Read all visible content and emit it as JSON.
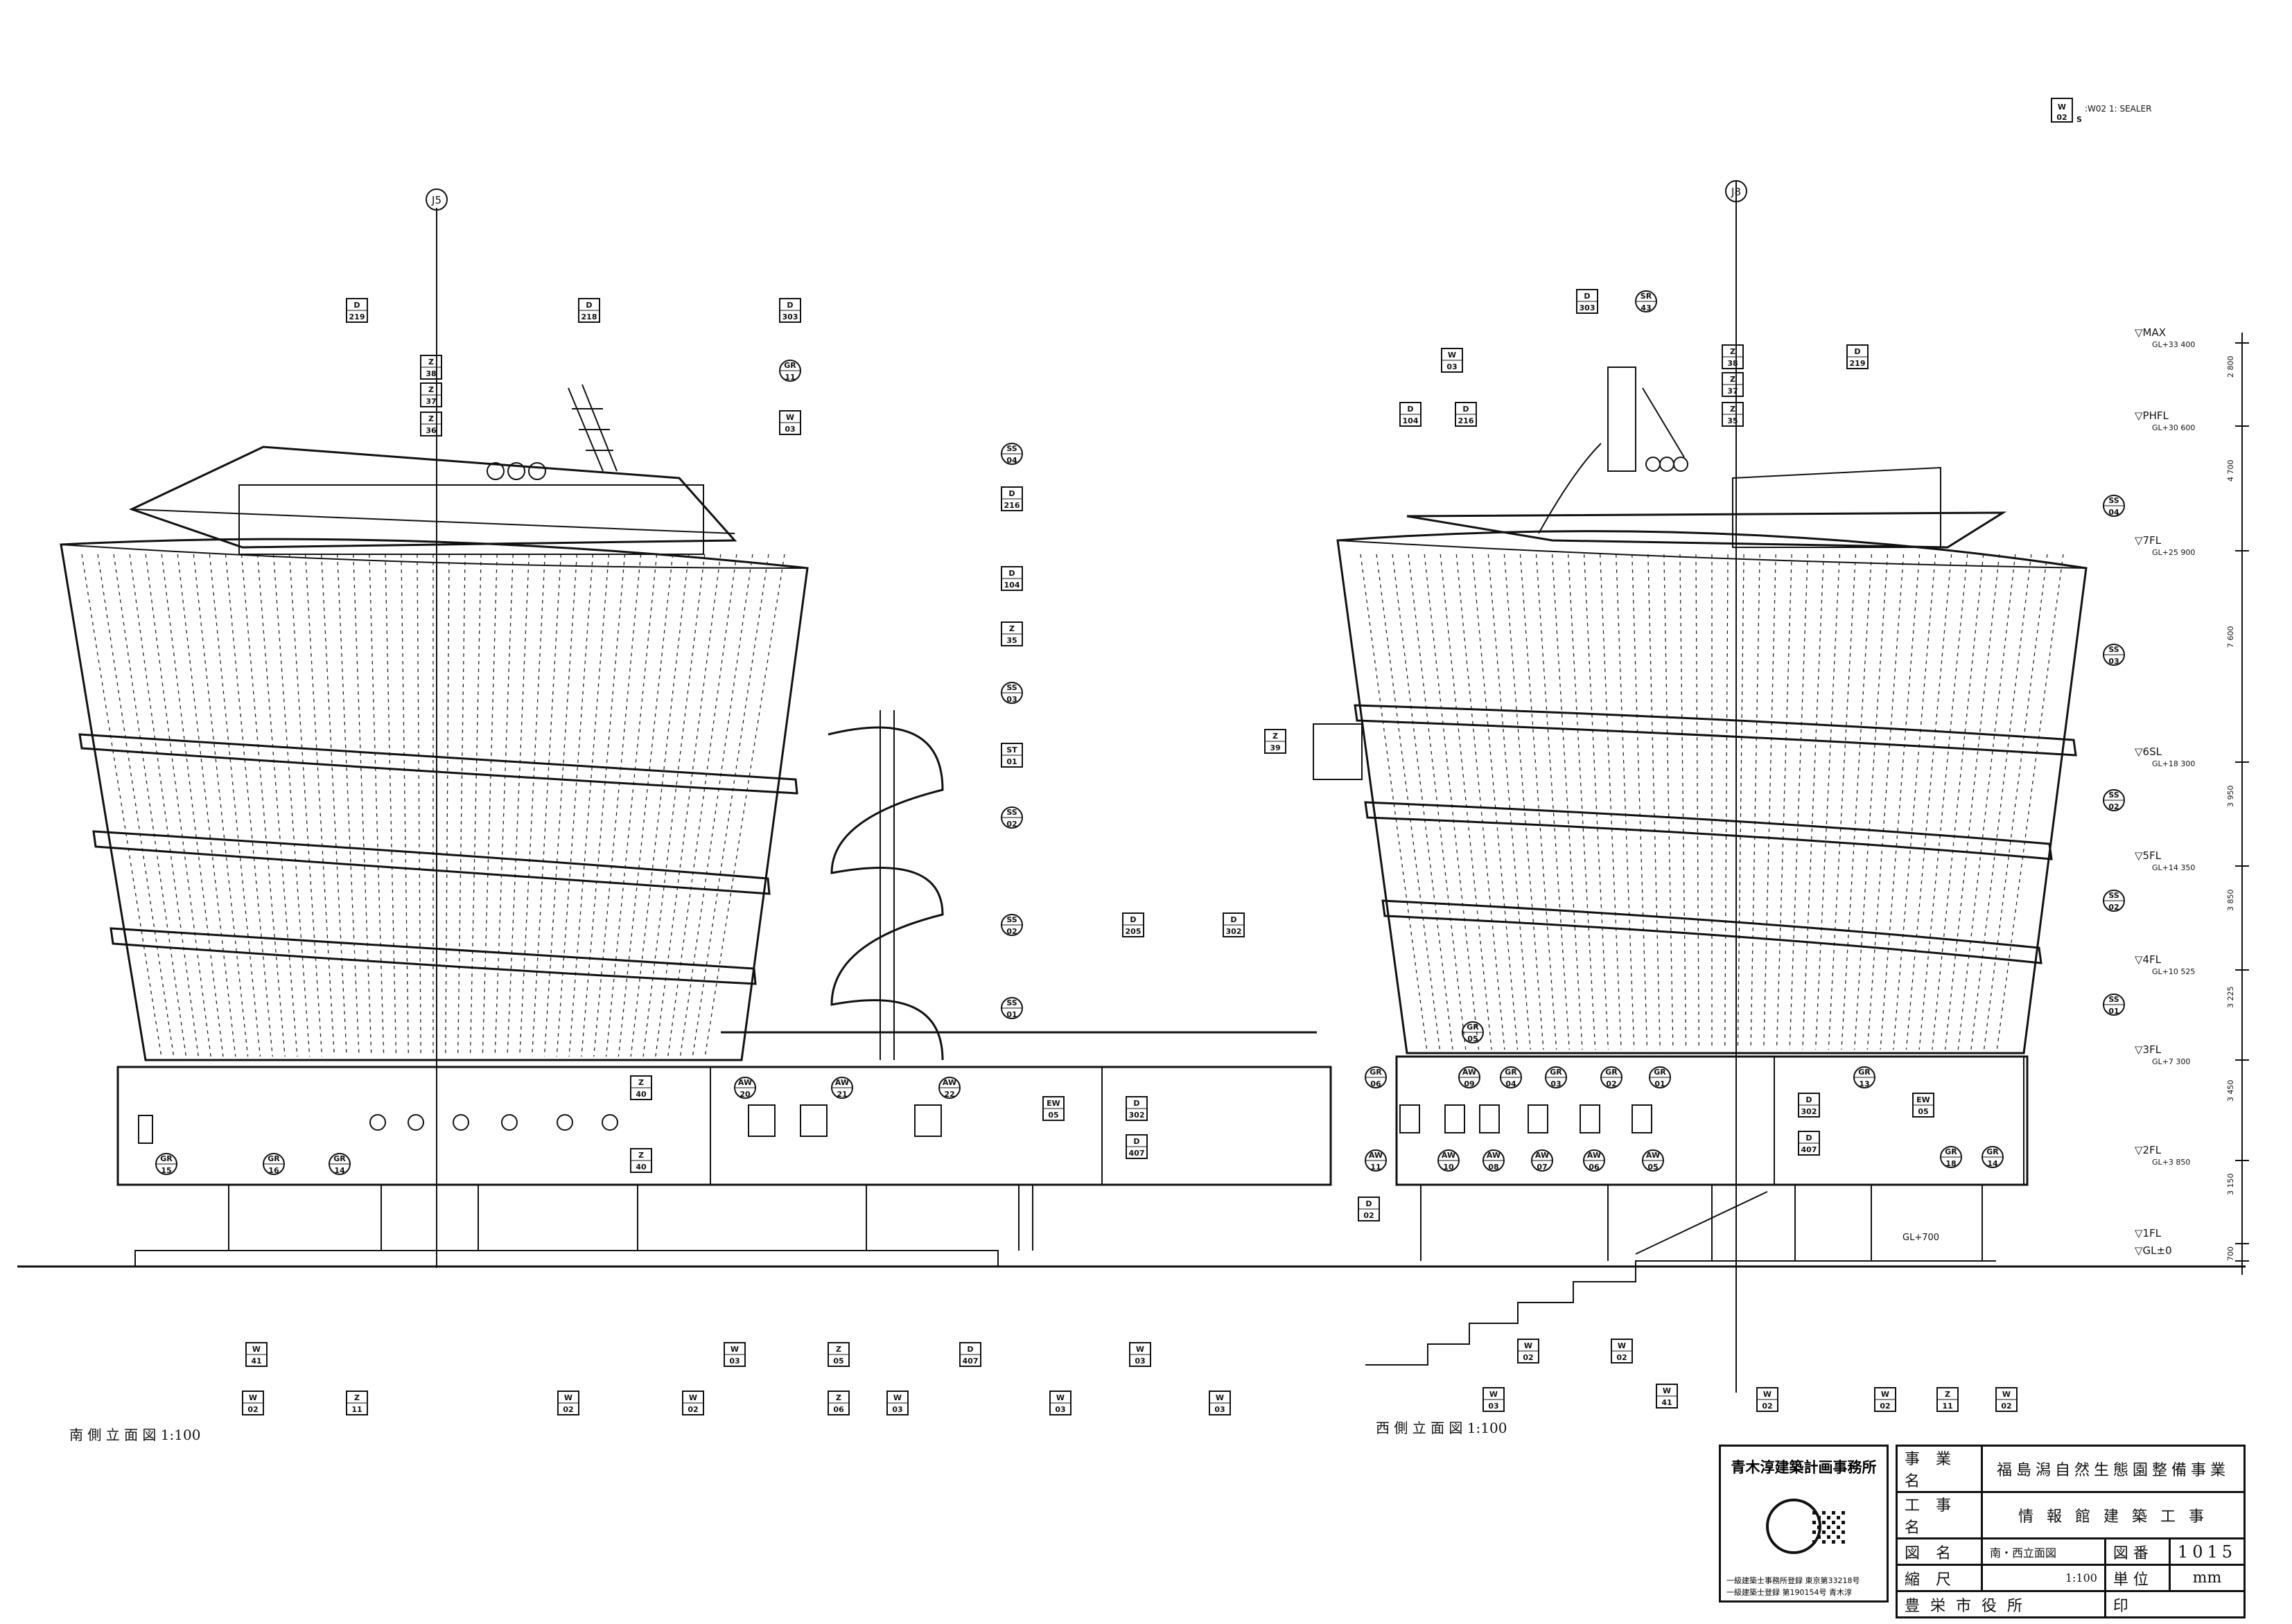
{
  "sealer_note": {
    "code_top": "W",
    "code_bottom": "02",
    "suffix": "S",
    "text": ":W02 1: SEALER"
  },
  "grids": {
    "left": "J5",
    "right": "J8"
  },
  "captions": {
    "south": "南 側 立 面 図  1:100",
    "west": "西 側 立 面 図  1:100"
  },
  "levels": [
    {
      "name": "▽MAX",
      "gl": "GL+33 400"
    },
    {
      "name": "▽PHFL",
      "gl": "GL+30 600"
    },
    {
      "name": "▽7FL",
      "gl": "GL+25 900"
    },
    {
      "name": "▽6SL",
      "gl": "GL+18 300"
    },
    {
      "name": "▽5FL",
      "gl": "GL+14 350"
    },
    {
      "name": "▽4FL",
      "gl": "GL+10 525"
    },
    {
      "name": "▽3FL",
      "gl": "GL+7 300"
    },
    {
      "name": "▽2FL",
      "gl": "GL+3 850"
    },
    {
      "name": "▽1FL",
      "gl": ""
    },
    {
      "name": "▽GL±0",
      "gl": ""
    }
  ],
  "dims": [
    "2 800",
    "4 700",
    "7 600",
    "3 950",
    "3 850",
    "3 225",
    "3 450",
    "3 150",
    "700"
  ],
  "gl700": "GL+700",
  "tags_south": [
    [
      "D",
      "219"
    ],
    [
      "D",
      "218"
    ],
    [
      "D",
      "303"
    ],
    [
      "Z",
      "38"
    ],
    [
      "Z",
      "37"
    ],
    [
      "Z",
      "36"
    ],
    [
      "GR",
      "11"
    ],
    [
      "W",
      "03"
    ],
    [
      "SS",
      "04"
    ],
    [
      "D",
      "216"
    ],
    [
      "D",
      "104"
    ],
    [
      "Z",
      "35"
    ],
    [
      "SS",
      "03"
    ],
    [
      "ST",
      "01"
    ],
    [
      "SS",
      "02"
    ],
    [
      "SS",
      "02"
    ],
    [
      "SS",
      "01"
    ],
    [
      "D",
      "205"
    ],
    [
      "D",
      "302"
    ],
    [
      "Z",
      "40"
    ],
    [
      "AW",
      "20"
    ],
    [
      "AW",
      "21"
    ],
    [
      "AW",
      "22"
    ],
    [
      "EW",
      "05"
    ],
    [
      "D",
      "302"
    ],
    [
      "D",
      "407"
    ],
    [
      "GR",
      "15"
    ],
    [
      "GR",
      "16"
    ],
    [
      "GR",
      "14"
    ],
    [
      "Z",
      "40"
    ],
    [
      "W",
      "41"
    ],
    [
      "W",
      "02"
    ],
    [
      "Z",
      "11"
    ],
    [
      "W",
      "02"
    ],
    [
      "W",
      "02"
    ],
    [
      "W",
      "03"
    ],
    [
      "Z",
      "05"
    ],
    [
      "Z",
      "06"
    ],
    [
      "W",
      "03"
    ],
    [
      "D",
      "407"
    ],
    [
      "W",
      "03"
    ],
    [
      "W",
      "03"
    ],
    [
      "W",
      "03"
    ]
  ],
  "tags_west": [
    [
      "D",
      "303"
    ],
    [
      "SR",
      "43"
    ],
    [
      "W",
      "03"
    ],
    [
      "Z",
      "38"
    ],
    [
      "Z",
      "37"
    ],
    [
      "D",
      "219"
    ],
    [
      "D",
      "104"
    ],
    [
      "D",
      "216"
    ],
    [
      "Z",
      "35"
    ],
    [
      "SS",
      "04"
    ],
    [
      "SS",
      "03"
    ],
    [
      "Z",
      "39"
    ],
    [
      "SS",
      "02"
    ],
    [
      "SS",
      "02"
    ],
    [
      "SS",
      "01"
    ],
    [
      "GR",
      "06"
    ],
    [
      "GR",
      "05"
    ],
    [
      "AW",
      "09"
    ],
    [
      "GR",
      "04"
    ],
    [
      "GR",
      "03"
    ],
    [
      "GR",
      "02"
    ],
    [
      "GR",
      "01"
    ],
    [
      "GR",
      "13"
    ],
    [
      "D",
      "302"
    ],
    [
      "EW",
      "05"
    ],
    [
      "D",
      "407"
    ],
    [
      "AW",
      "11"
    ],
    [
      "AW",
      "10"
    ],
    [
      "AW",
      "08"
    ],
    [
      "AW",
      "07"
    ],
    [
      "AW",
      "06"
    ],
    [
      "AW",
      "05"
    ],
    [
      "GR",
      "18"
    ],
    [
      "GR",
      "14"
    ],
    [
      "D",
      "02"
    ],
    [
      "W",
      "03"
    ],
    [
      "W",
      "02"
    ],
    [
      "W",
      "02"
    ],
    [
      "W",
      "41"
    ],
    [
      "W",
      "02"
    ],
    [
      "W",
      "02"
    ],
    [
      "Z",
      "11"
    ],
    [
      "W",
      "02"
    ]
  ],
  "firm": {
    "name": "青木淳建築計画事務所",
    "reg1": "一級建築士事務所登録  東京第33218号",
    "reg2": "一級建築士登録  第190154号  青木淳"
  },
  "title_block": {
    "project_label": "事 業 名",
    "project_value": "福島潟自然生態園整備事業",
    "work_label": "工 事 名",
    "work_value": "情 報 館 建 築 工 事",
    "drawing_label": "図    名",
    "drawing_value": "南・西立面図",
    "number_label": "図 番",
    "number_value": "1015",
    "scale_label": "縮    尺",
    "scale_value": "1:100",
    "unit_label": "単 位",
    "unit_value": "mm",
    "office_label": "豊 栄 市 役 所",
    "stamp_label": "印"
  }
}
